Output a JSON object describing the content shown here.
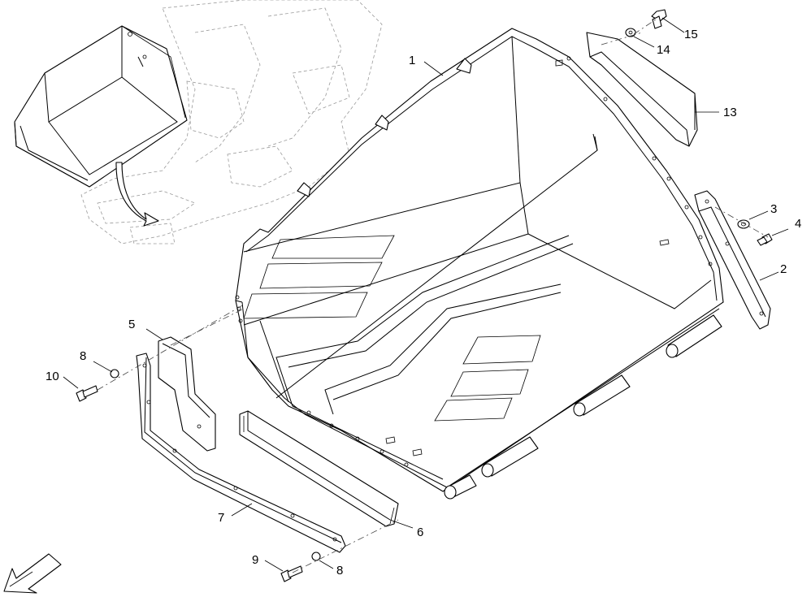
{
  "callouts": [
    {
      "id": "1",
      "label": "1"
    },
    {
      "id": "2",
      "label": "2"
    },
    {
      "id": "3",
      "label": "3"
    },
    {
      "id": "4",
      "label": "4"
    },
    {
      "id": "5",
      "label": "5"
    },
    {
      "id": "6",
      "label": "6"
    },
    {
      "id": "7",
      "label": "7"
    },
    {
      "id": "8a",
      "label": "8"
    },
    {
      "id": "8b",
      "label": "8"
    },
    {
      "id": "9",
      "label": "9"
    },
    {
      "id": "10",
      "label": "10"
    },
    {
      "id": "13",
      "label": "13"
    },
    {
      "id": "14",
      "label": "14"
    },
    {
      "id": "15",
      "label": "15"
    }
  ]
}
